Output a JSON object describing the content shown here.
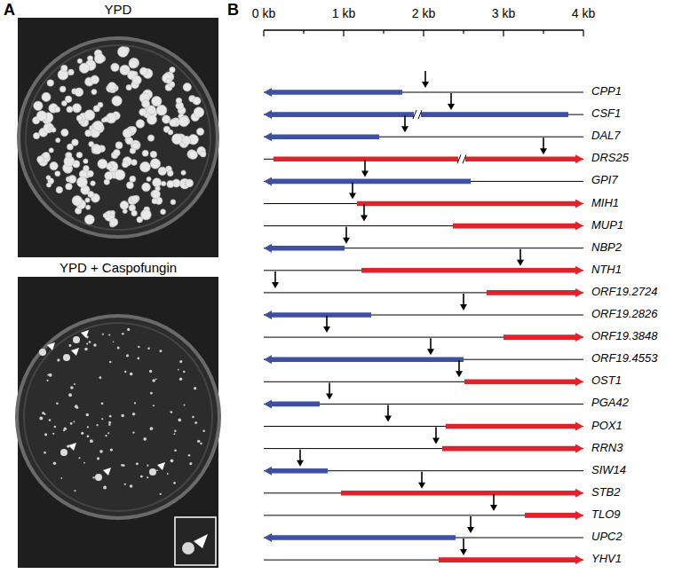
{
  "diagram": {
    "labels": [
      "A",
      "YPD",
      "YPD + Caspofungin",
      "B",
      "0 kb",
      "1 kb",
      "2 kb",
      "3 kb",
      "4 kb",
      "CPP1",
      "CSF1",
      "DAL7",
      "DRS25",
      "GPI7",
      "MIH1",
      "MUP1",
      "NBP2",
      "NTH1",
      "ORF19.2724",
      "ORF19.2826",
      "ORF19.3848",
      "ORF19.4553",
      "OST1",
      "PGA42",
      "POX1",
      "RRN3",
      "SIW14",
      "STB2",
      "TLO9",
      "UPC2",
      "YHV1"
    ]
  }
}
